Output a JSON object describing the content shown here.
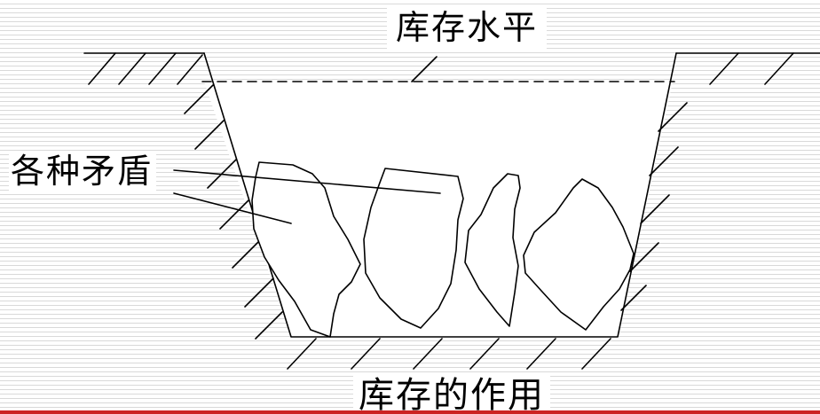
{
  "labels": {
    "inventory_level": "库存水平",
    "conflicts": "各种矛盾",
    "caption": "库存的作用"
  },
  "colors": {
    "ink": "#000000",
    "stripe": "#d9d9d9",
    "background": "#ffffff",
    "rule": "#cc2222"
  }
}
